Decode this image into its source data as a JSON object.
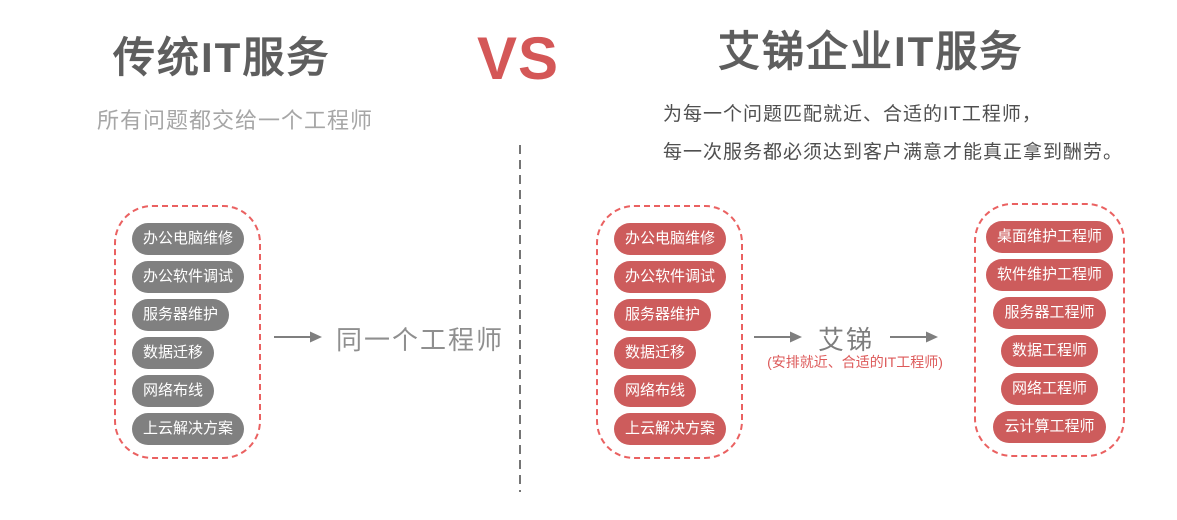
{
  "header": {
    "left_title": "传统IT服务",
    "vs_label": "VS",
    "right_title": "艾锑企业IT服务",
    "left_subtitle": "所有问题都交给一个工程师",
    "right_subtitle_line1": "为每一个问题匹配就近、合适的IT工程师，",
    "right_subtitle_line2": "每一次服务都必须达到客户满意才能真正拿到酬劳。"
  },
  "traditional": {
    "services": [
      "办公电脑维修",
      "办公软件调试",
      "服务器维护",
      "数据迁移",
      "网络布线",
      "上云解决方案"
    ],
    "result_label": "同一个工程师"
  },
  "aiti": {
    "services": [
      "办公电脑维修",
      "办公软件调试",
      "服务器维护",
      "数据迁移",
      "网络布线",
      "上云解决方案"
    ],
    "center_label": "艾锑",
    "center_caption": "(安排就近、合适的IT工程师)",
    "engineers": [
      "桌面维护工程师",
      "软件维护工程师",
      "服务器工程师",
      "数据工程师",
      "网络工程师",
      "云计算工程师"
    ]
  },
  "colors": {
    "pill_gray": "#808080",
    "pill_red": "#cd5c5c",
    "dashed_border_red": "#ea6161",
    "title_gray": "#5e5e5e",
    "subtitle_light_gray": "#a6a6a6",
    "subtitle_dark_gray": "#4f4f4f",
    "vs_red": "#d45757",
    "caption_red": "#dd5a5a",
    "arrow_gray": "#7f7f7f"
  }
}
